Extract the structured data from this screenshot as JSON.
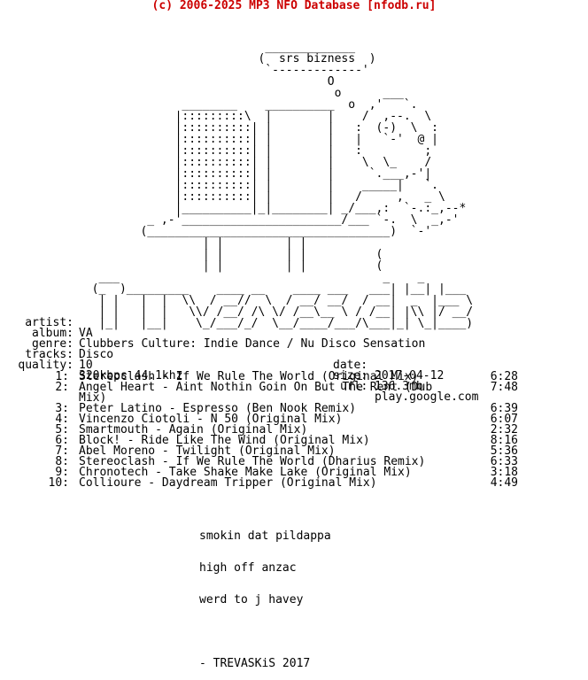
{
  "header": "(c) 2006-2025 MP3 NFO Database [nfodb.ru]",
  "art": " \n                           _____________\n                          (  srs bizness  )\n                           `-------------'\n                                    O\n                                     o      ___\n               ________    __________  o  ,'   `.\n              |:::::::::\\  |        |    /  ,--.  \\\n              |::::::::::| |        |   :  (-)  \\  :\n              |::::::::::| |        |   |   `-'  @ |\n              |::::::::::| |        |   :         ;\n              |::::::::::| |        |    \\  \\_    /\n              |::::::::::| |        |     `.___,-'|\n              |::::::::::| |        |    _____|   `.\n              |::::::::::| |        |   /     ,   _ \\\n              |__________|_|________| _/___,:  `-.:_,--*\n          _ ,-'_______________________/___ `-.  \\  _,-'\n         (___________________________________)  `-'\n                  | |         | |\n                  | |         | |          (\n                  | |         | |          (\n   ___                                      _    _\n  (_  )_________    ____ __    ____ ___   ___| |__| |___\n   | |   |  |  \\\\  / __//  \\  / __/ __/  / __|  _  |___ \\\n   | |   |  |   \\\\/ /__/ /\\ \\/ /__\\__ \\ / /__| |\\\\ |/ __/\n   |_|   |__|    \\_/___/_/  \\__/____/___/\\___|_| \\_|____)",
  "meta": {
    "artist_label": "artist:",
    "artist": "VA",
    "album_label": "album:",
    "album": "Clubbers Culture: Indie Dance / Nu Disco Sensation",
    "genre_label": "genre:",
    "genre": "Disco",
    "date_label": "date:",
    "date": "2017-04-12",
    "tracks_label": "tracks:",
    "tracks": "10",
    "size_label": "size:",
    "size": "136.3mb",
    "quality_label": "quality:",
    "quality": "320kbps 44.1khz",
    "url_label": "url:",
    "url": "play.google.com"
  },
  "tracklist": [
    {
      "num": "1:",
      "title": "Stereoclash - If We Rule The World (Original Mix)",
      "length": "6:28"
    },
    {
      "num": "2:",
      "title": "Angel Heart - Aint Nothin Goin On But The Rent (Dub Mix)",
      "length": "7:48"
    },
    {
      "num": "3:",
      "title": "Peter Latino - Espresso (Ben Nook Remix)",
      "length": "6:39"
    },
    {
      "num": "4:",
      "title": "Vincenzo Ciotoli - N 50 (Original Mix)",
      "length": "6:07"
    },
    {
      "num": "5:",
      "title": "Smartmouth - Again (Original Mix)",
      "length": "2:32"
    },
    {
      "num": "6:",
      "title": "Block! - Ride Like The Wind (Original Mix)",
      "length": "8:16"
    },
    {
      "num": "7:",
      "title": "Abel Moreno - Twilight (Original Mix)",
      "length": "5:36"
    },
    {
      "num": "8:",
      "title": "Stereoclash - If We Rule The World (Dharius Remix)",
      "length": "6:33"
    },
    {
      "num": "9:",
      "title": "Chronotech - Take Shake Make Lake (Original Mix)",
      "length": "3:18"
    },
    {
      "num": "10:",
      "title": "Collioure - Daydream Tripper (Original Mix)",
      "length": "4:49"
    }
  ],
  "notes": {
    "line1": "smokin dat pildappa",
    "line2": "high off anzac",
    "line3": "werd to j havey",
    "line4": "",
    "signature": "- TREVASKiS 2017"
  }
}
